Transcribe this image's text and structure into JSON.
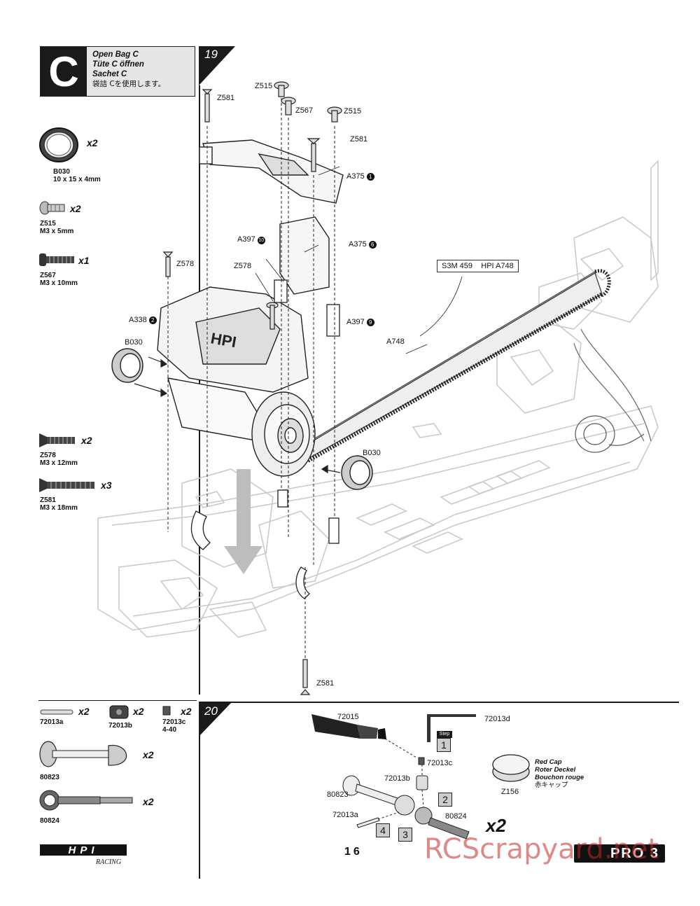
{
  "bag": {
    "letter": "C",
    "lines": [
      "Open Bag C",
      "Tüte C öffnen",
      "Sachet C",
      "袋詰 Cを使用します。"
    ]
  },
  "step19": {
    "number": "19",
    "parts_list": [
      {
        "code": "B030",
        "desc": "10 x 15 x 4mm",
        "qty": "x2"
      },
      {
        "code": "Z515",
        "desc": "M3 x 5mm",
        "qty": "x2"
      },
      {
        "code": "Z567",
        "desc": "M3 x 10mm",
        "qty": "x1"
      },
      {
        "code": "Z578",
        "desc": "M3 x 12mm",
        "qty": "x2"
      },
      {
        "code": "Z581",
        "desc": "M3 x 18mm",
        "qty": "x3"
      }
    ],
    "callouts": {
      "z581_top": "Z581",
      "z515_a": "Z515",
      "z567": "Z567",
      "z515_b": "Z515",
      "z581_mid": "Z581",
      "a375_1": "A375",
      "a375_1_num": "1",
      "a397_10": "A397",
      "a397_10_num": "10",
      "a375_6": "A375",
      "a375_6_num": "6",
      "z578_a": "Z578",
      "z578_b": "Z578",
      "a338_2": "A338",
      "a338_2_num": "2",
      "b030_left": "B030",
      "a748": "A748",
      "a397_9": "A397",
      "a397_9_num": "9",
      "b030_right": "B030",
      "z581_bottom": "Z581"
    },
    "belt_box": {
      "left": "S3M 459",
      "right": "HPI A748"
    }
  },
  "step20": {
    "number": "20",
    "parts_list": [
      {
        "code": "72013a",
        "desc": "",
        "qty": "x2"
      },
      {
        "code": "72013b",
        "desc": "",
        "qty": "x2"
      },
      {
        "code": "72013c",
        "desc": "4-40",
        "qty": "x2"
      },
      {
        "code": "80823",
        "desc": "",
        "qty": "x2"
      },
      {
        "code": "80824",
        "desc": "",
        "qty": "x2"
      }
    ],
    "callouts": {
      "p72015": "72015",
      "p72013d": "72013d",
      "p72013c": "72013c",
      "p72013b": "72013b",
      "p80823": "80823",
      "p72013a": "72013a",
      "p80824": "80824",
      "z156": "Z156",
      "step_word": "Step",
      "x2": "x2"
    },
    "red_cap": [
      "Red Cap",
      "Roter Deckel",
      "Bouchon rouge",
      "赤キャップ"
    ],
    "steps": [
      "1",
      "2",
      "3",
      "4"
    ]
  },
  "footer": {
    "brand": "HPI",
    "brand_sub": "RACING",
    "page": "16",
    "product": "PRO 3",
    "watermark": "RCScrapyard.net"
  },
  "colors": {
    "dark": "#1a1a1a",
    "gray": "#cccccc",
    "watermark": "#be2828"
  }
}
